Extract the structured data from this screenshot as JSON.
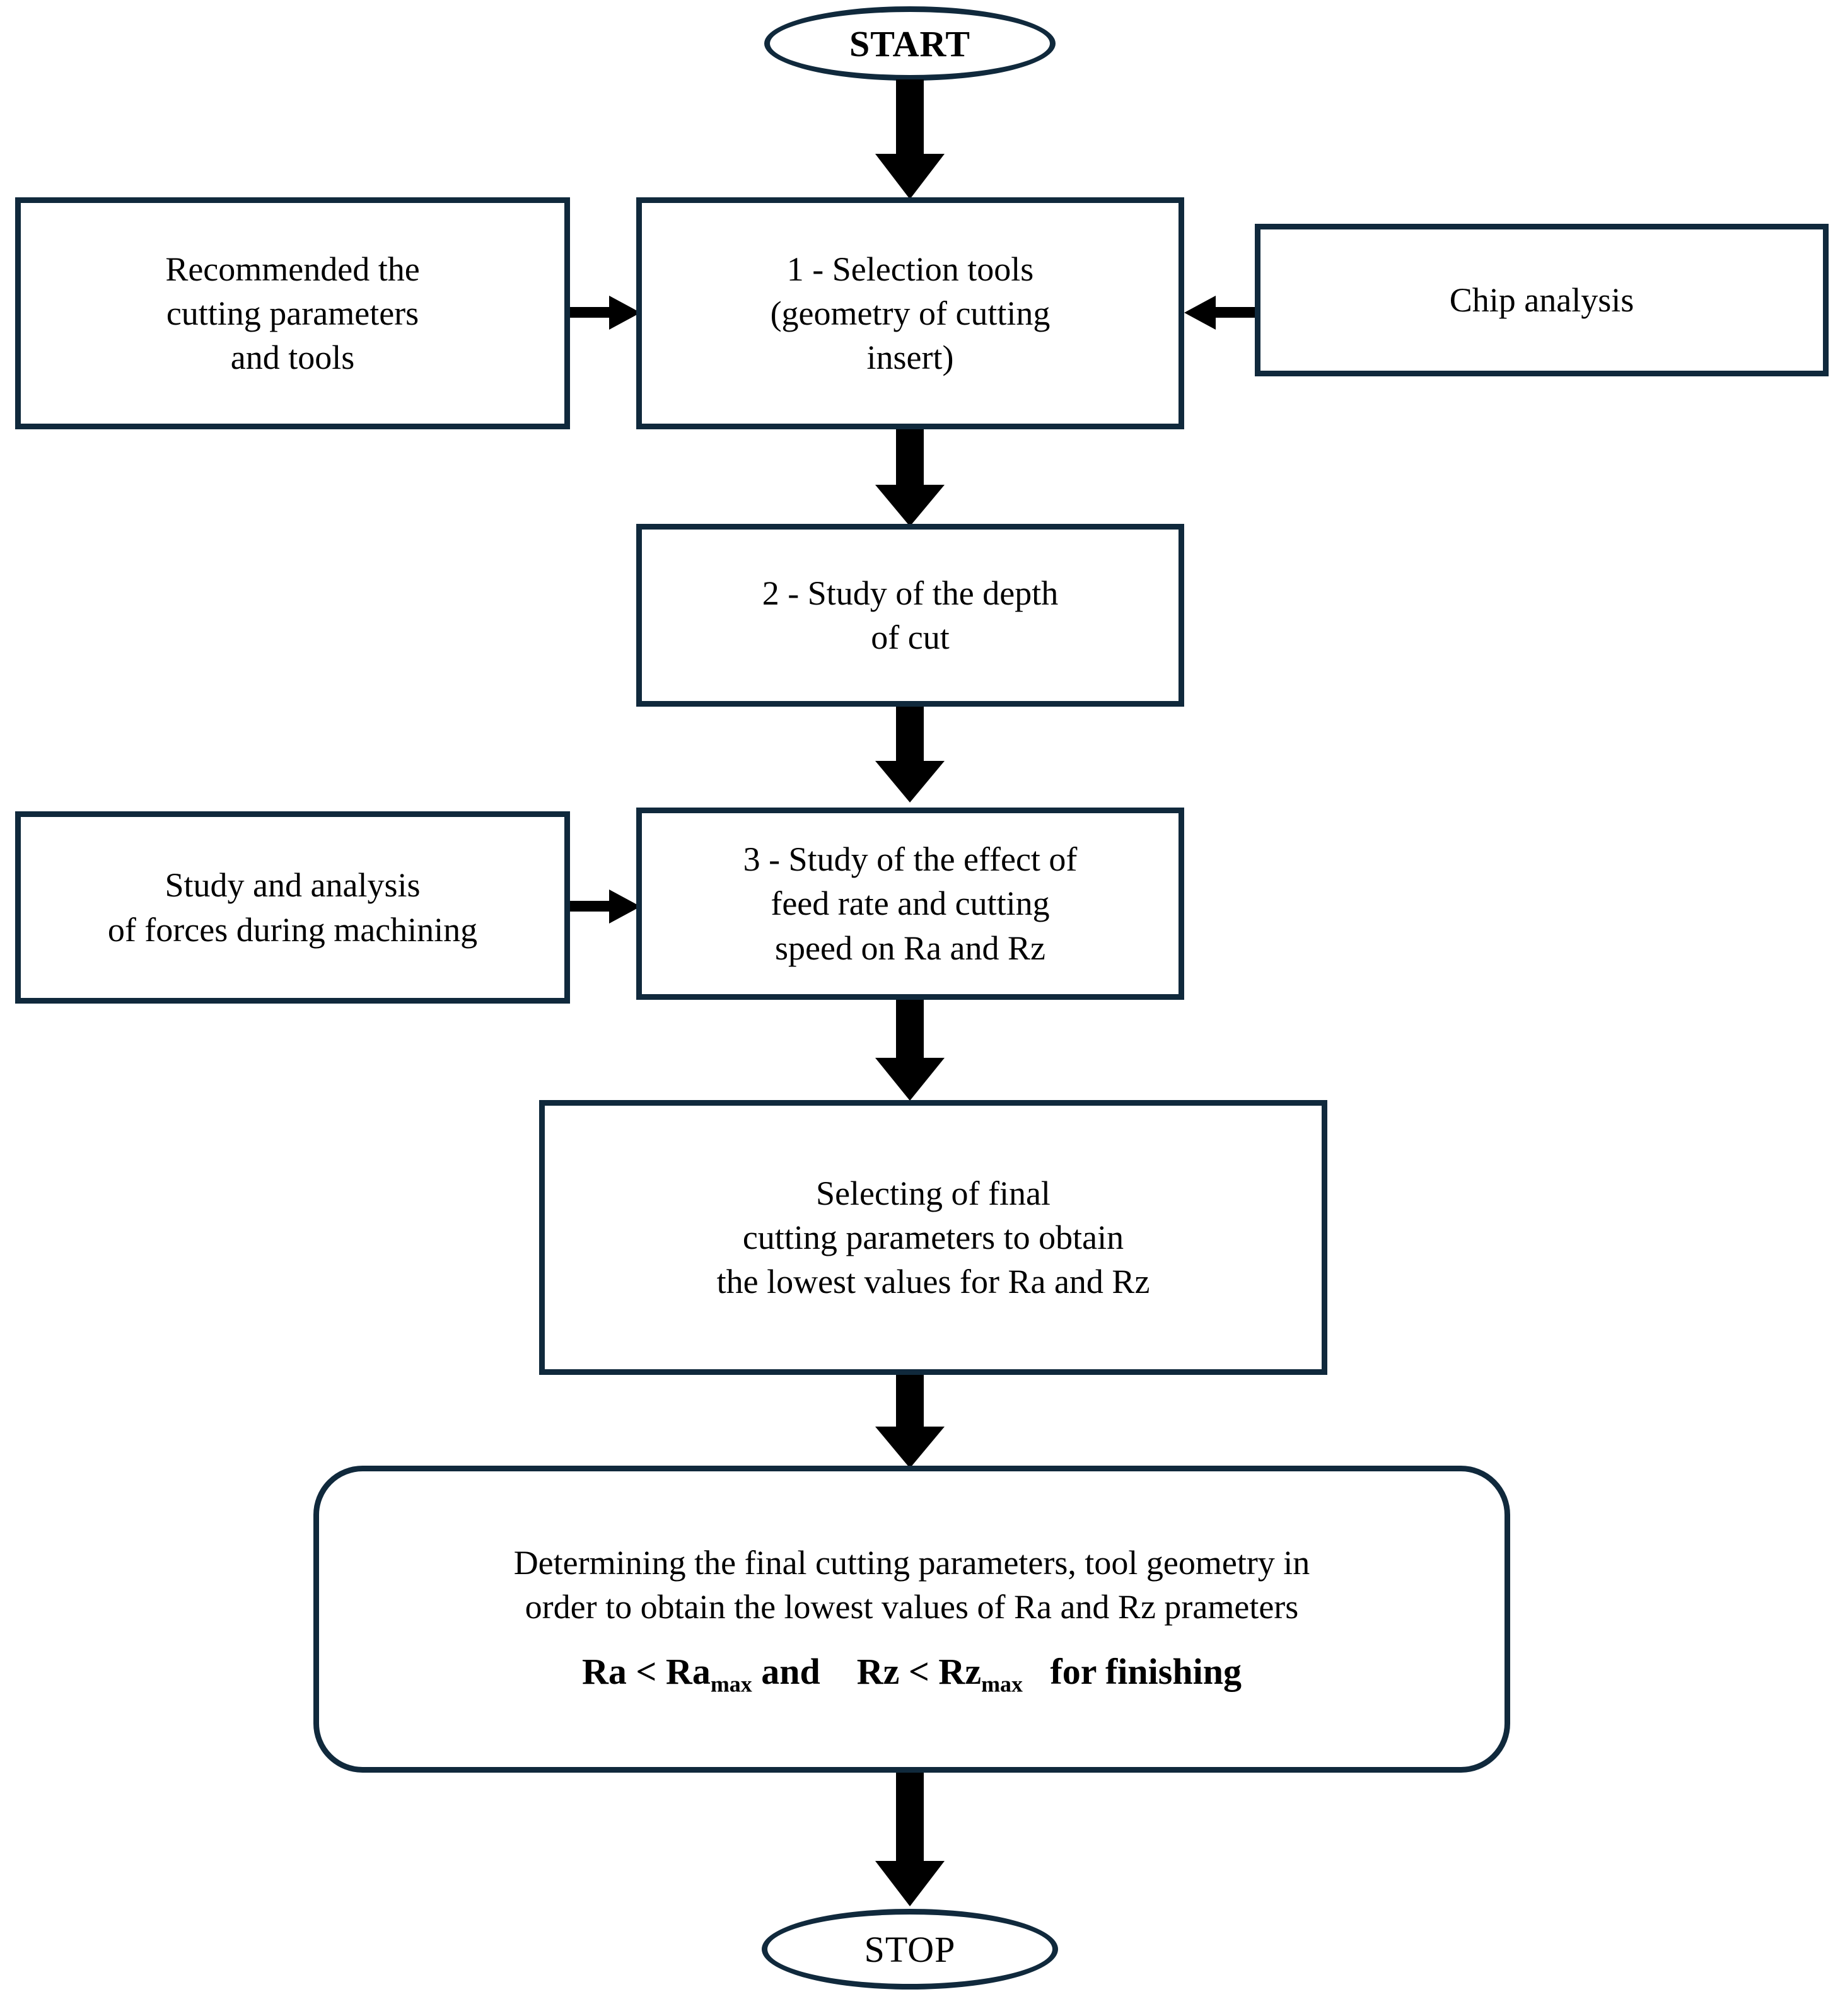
{
  "diagram": {
    "title": "Machining parameter selection flowchart",
    "accent_color": "#10293c",
    "arrow_color": "#000000",
    "background": "#ffffff"
  },
  "nodes": {
    "start": {
      "label": "START",
      "shape": "ellipse"
    },
    "stop": {
      "label": "STOP",
      "shape": "ellipse"
    },
    "recommended": {
      "label": "Recommended the\ncutting parameters\nand tools",
      "shape": "rectangle"
    },
    "selection_tools": {
      "label": "1 - Selection tools\n(geometry of cutting\ninsert)",
      "shape": "rectangle"
    },
    "chip_analysis": {
      "label": "Chip analysis",
      "shape": "rectangle"
    },
    "depth_of_cut": {
      "label": "2 - Study of the depth\nof cut",
      "shape": "rectangle"
    },
    "forces": {
      "label": "Study and analysis\nof forces during machining",
      "shape": "rectangle"
    },
    "feed_speed": {
      "label": "3 - Study of the effect of\nfeed rate and cutting\nspeed on Ra and Rz",
      "shape": "rectangle"
    },
    "selecting_final": {
      "label": "Selecting of final\ncutting parameters to obtain\nthe lowest values for   Ra and Rz",
      "shape": "rectangle"
    },
    "determining": {
      "paragraph": "Determining the final cutting parameters, tool geometry in\norder to obtain the lowest values of Ra and Rz prameters",
      "formula": {
        "part1": "Ra < Ra",
        "sub1": "max",
        "part2": " and    Rz < Rz",
        "sub2": "max",
        "part3": "   for finishing"
      },
      "shape": "rounded-rectangle"
    }
  },
  "edges": [
    {
      "name": "start-to-selection",
      "from": "start",
      "to": "selection_tools",
      "style": "block-arrow-down"
    },
    {
      "name": "recommended-to-selection",
      "from": "recommended",
      "to": "selection_tools",
      "style": "thin-arrow-right"
    },
    {
      "name": "chip-to-selection",
      "from": "chip_analysis",
      "to": "selection_tools",
      "style": "thin-arrow-left"
    },
    {
      "name": "selection-to-depth",
      "from": "selection_tools",
      "to": "depth_of_cut",
      "style": "block-arrow-down"
    },
    {
      "name": "depth-to-feed",
      "from": "depth_of_cut",
      "to": "feed_speed",
      "style": "block-arrow-down"
    },
    {
      "name": "forces-to-feed",
      "from": "forces",
      "to": "feed_speed",
      "style": "thin-arrow-right"
    },
    {
      "name": "feed-to-selecting",
      "from": "feed_speed",
      "to": "selecting_final",
      "style": "block-arrow-down"
    },
    {
      "name": "selecting-to-determining",
      "from": "selecting_final",
      "to": "determining",
      "style": "block-arrow-down"
    },
    {
      "name": "determining-to-stop",
      "from": "determining",
      "to": "stop",
      "style": "block-arrow-down"
    }
  ]
}
